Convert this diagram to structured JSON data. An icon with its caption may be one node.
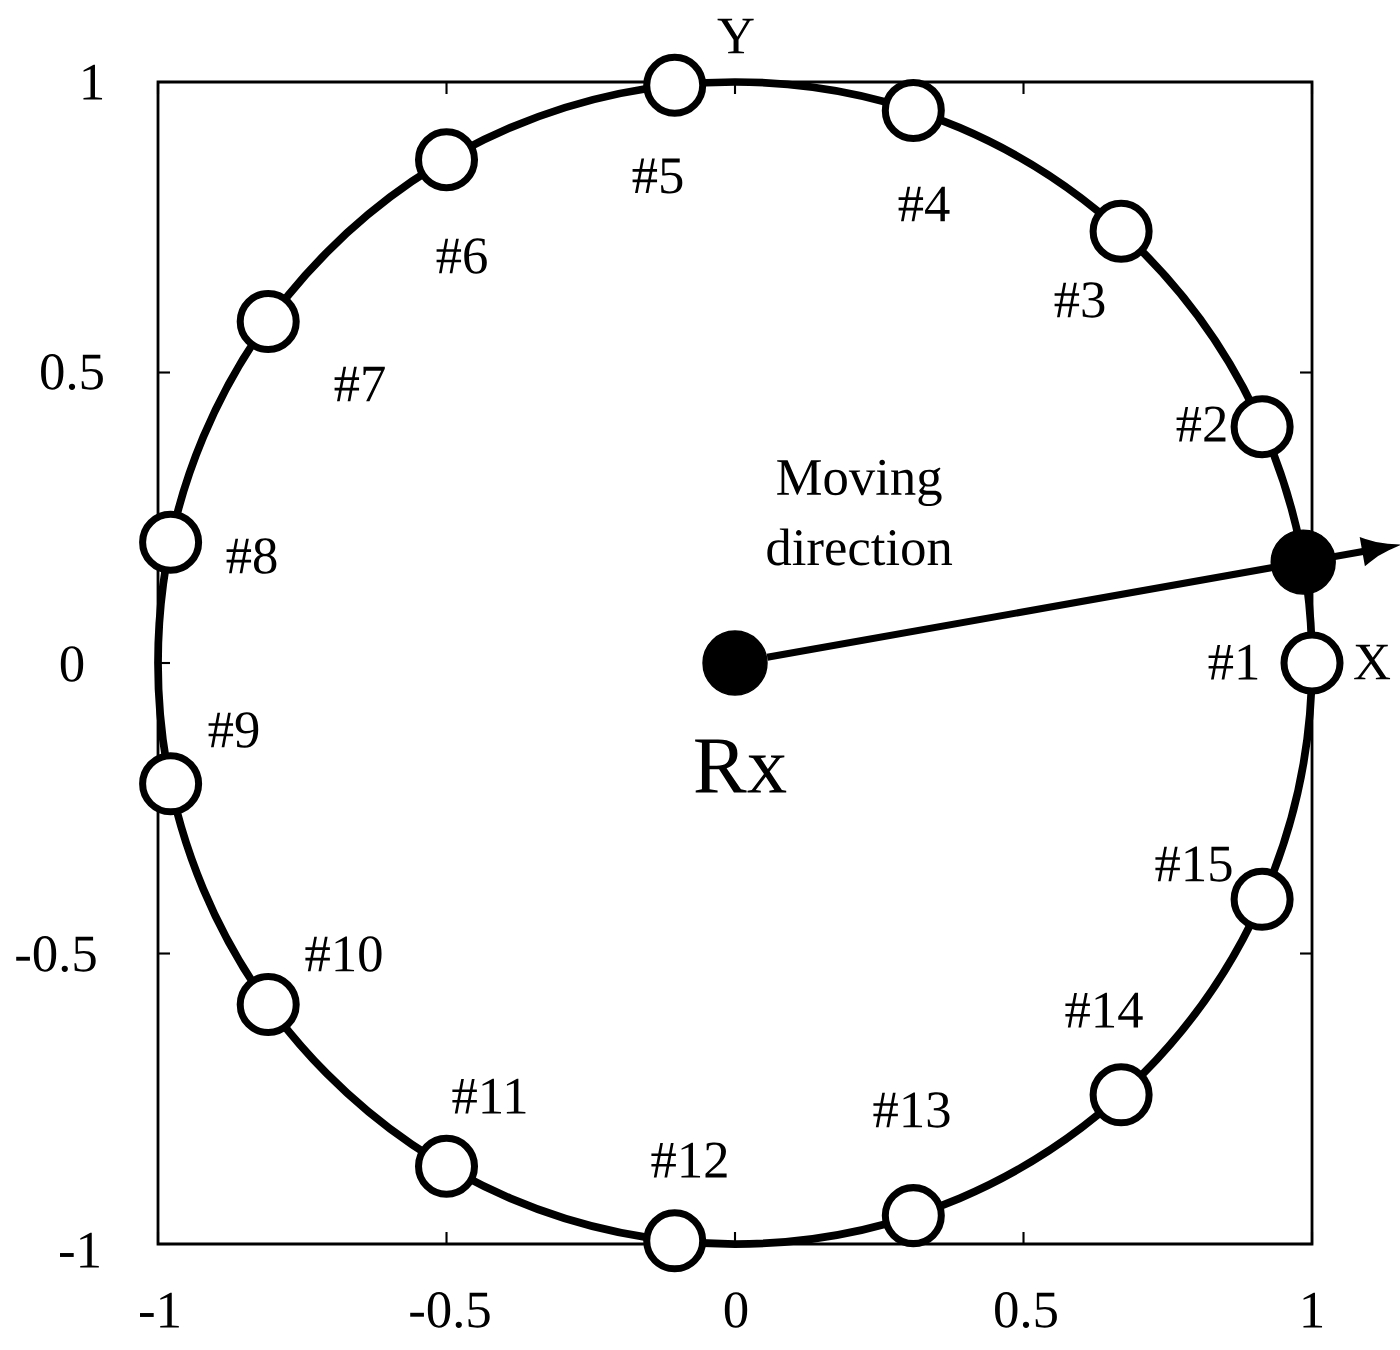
{
  "diagram": {
    "nodes": [
      {
        "text": [],
        "shape": "circle",
        "beside": [
          "Rx"
        ]
      },
      {
        "text": [],
        "shape": "circle",
        "beside": [
          "#1"
        ]
      },
      {
        "text": [],
        "shape": "circle",
        "beside": [
          "#2"
        ]
      },
      {
        "text": [],
        "shape": "circle",
        "beside": [
          "#3"
        ]
      },
      {
        "text": [],
        "shape": "circle",
        "beside": [
          "#4"
        ]
      },
      {
        "text": [],
        "shape": "circle",
        "beside": [
          "#5"
        ]
      },
      {
        "text": [],
        "shape": "circle",
        "beside": [
          "#6"
        ]
      },
      {
        "text": [],
        "shape": "circle",
        "beside": [
          "#7"
        ]
      },
      {
        "text": [],
        "shape": "circle",
        "beside": [
          "#8"
        ]
      },
      {
        "text": [],
        "shape": "circle",
        "beside": [
          "#9"
        ]
      },
      {
        "text": [],
        "shape": "circle",
        "beside": [
          "#10"
        ]
      },
      {
        "text": [],
        "shape": "circle",
        "beside": [
          "#11"
        ]
      },
      {
        "text": [],
        "shape": "circle",
        "beside": [
          "#12"
        ]
      },
      {
        "text": [],
        "shape": "circle",
        "beside": [
          "#13"
        ]
      },
      {
        "text": [],
        "shape": "circle",
        "beside": [
          "#14"
        ]
      },
      {
        "text": [],
        "shape": "circle",
        "beside": [
          "#15"
        ]
      },
      {
        "text": [],
        "shape": "circle"
      }
    ],
    "edges": [
      {
        "from": 0,
        "to": 16,
        "arrow": "to",
        "label": "Moving direction"
      }
    ],
    "labels": [
      "Y",
      "1",
      "0.5",
      "0",
      "X",
      "-0.5",
      "-1",
      "-1",
      "-0.5",
      "0",
      "0.5",
      "1"
    ]
  }
}
